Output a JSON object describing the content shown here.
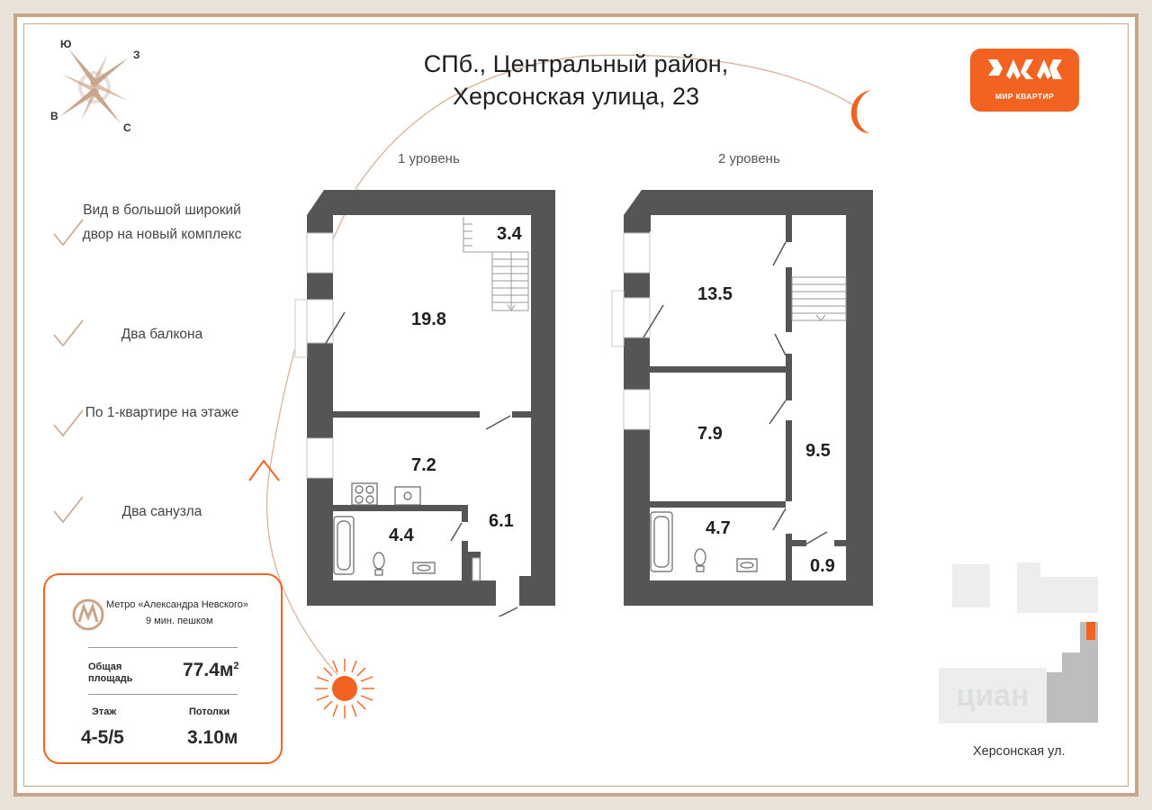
{
  "address": {
    "line1": "СПб., Центральный район,",
    "line2": "Херсонская улица, 23"
  },
  "logo": {
    "text": "МИР КВАРТИР"
  },
  "compass": {
    "letters": [
      "Ю",
      "З",
      "В",
      "С"
    ]
  },
  "levels": {
    "first": "1 уровень",
    "second": "2 уровень"
  },
  "features": [
    {
      "text": "Вид в большой широкий  двор на новый комплекс"
    },
    {
      "text": "Два балкона"
    },
    {
      "text": "По 1-квартире на этаже"
    },
    {
      "text": "Два санузла"
    }
  ],
  "rooms_level1": [
    "19.8",
    "3.4",
    "7.2",
    "4.4",
    "6.1"
  ],
  "rooms_level2": [
    "13.5",
    "7.9",
    "9.5",
    "4.7",
    "0.9"
  ],
  "info": {
    "metro_name": "Метро «Александра Невского»",
    "metro_walk": "9 мин. пешком",
    "area_label": "Общая площадь",
    "area_value": "77.4м",
    "area_sup": "2",
    "floor_label": "Этаж",
    "floor_value": "4-5/5",
    "ceiling_label": "Потолки",
    "ceiling_value": "3.10м"
  },
  "map": {
    "street": "Херсонская ул.",
    "watermark": "циан"
  },
  "colors": {
    "accent": "#f26322",
    "wall": "#555555",
    "frame": "#c9a58c",
    "arc": "#d9b49c"
  }
}
